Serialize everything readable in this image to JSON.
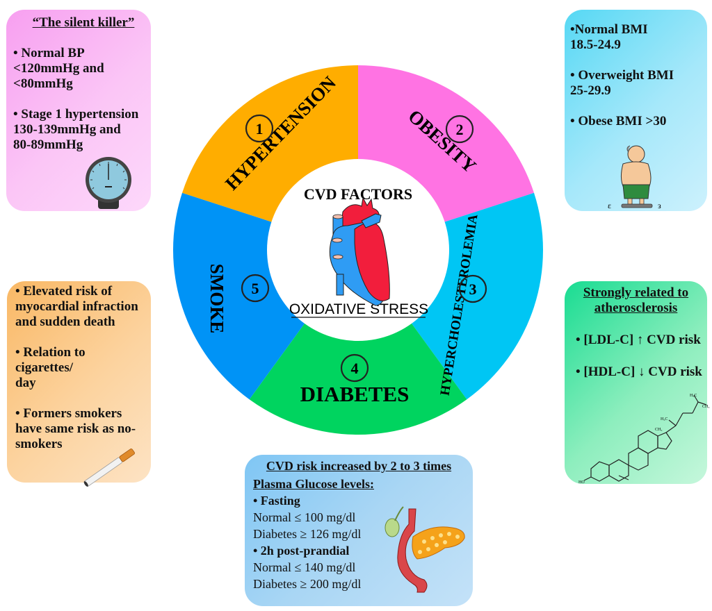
{
  "ring": {
    "center_title": "CVD FACTORS",
    "center_subtitle": "OXIDATIVE STRESS",
    "segments": [
      {
        "number": "1",
        "label": "HYPERTENSION",
        "color": "#ff73e3"
      },
      {
        "number": "2",
        "label": "OBESITY",
        "color": "#00c6f4"
      },
      {
        "number": "3",
        "label": "HYPERCHOLESTEROLEMIA",
        "color": "#00d45f"
      },
      {
        "number": "4",
        "label": "DIABETES",
        "color": "#0093f6"
      },
      {
        "number": "5",
        "label": "SMOKE",
        "color": "#ffad00"
      }
    ]
  },
  "hypertension_card": {
    "title": "“The silent killer”",
    "bullets": [
      {
        "line1": "• Normal BP",
        "line2": "<120mmHg and",
        "line3": "<80mmHg"
      },
      {
        "line1": "• Stage 1 hypertension",
        "line2": "130-139mmHg and",
        "line3": "80-89mmHg"
      }
    ],
    "illustration": "blood-pressure-gauge-icon"
  },
  "obesity_card": {
    "bullets": [
      {
        "line1": "•Normal BMI",
        "line2": "18.5-24.9"
      },
      {
        "line1": "• Overweight BMI",
        "line2": "25-29.9"
      },
      {
        "line1": "• Obese BMI >30"
      }
    ],
    "illustration": "man-on-scale-icon"
  },
  "smoke_card": {
    "bullets": [
      {
        "line1": "• Elevated risk of",
        "line2": "myocardial infraction",
        "line3": "and sudden death"
      },
      {
        "line1": "• Relation to cigarettes/",
        "line2": "day"
      },
      {
        "line1": "• Formers smokers",
        "line2": "have same risk as no-",
        "line3": "smokers"
      }
    ],
    "illustration": "cigarette-icon"
  },
  "cholesterol_card": {
    "title_line1": "Strongly related to",
    "title_line2": "atherosclerosis",
    "bullets": [
      "• [LDL-C] ↑ CVD risk",
      "• [HDL-C] ↓ CVD risk"
    ],
    "illustration": "cholesterol-molecule-icon"
  },
  "diabetes_card": {
    "title": "CVD risk increased by 2 to 3 times",
    "subtitle": "Plasma Glucose levels:",
    "sections": [
      {
        "bullet": "•   Fasting",
        "normal": "Normal ≤ 100 mg/dl",
        "diabetes": "Diabetes ≥ 126 mg/dl"
      },
      {
        "bullet": "•   2h post-prandial",
        "normal": "Normal ≤ 140 mg/dl",
        "diabetes": "Diabetes ≥ 200 mg/dl"
      }
    ],
    "illustration": "pancreas-icon"
  }
}
